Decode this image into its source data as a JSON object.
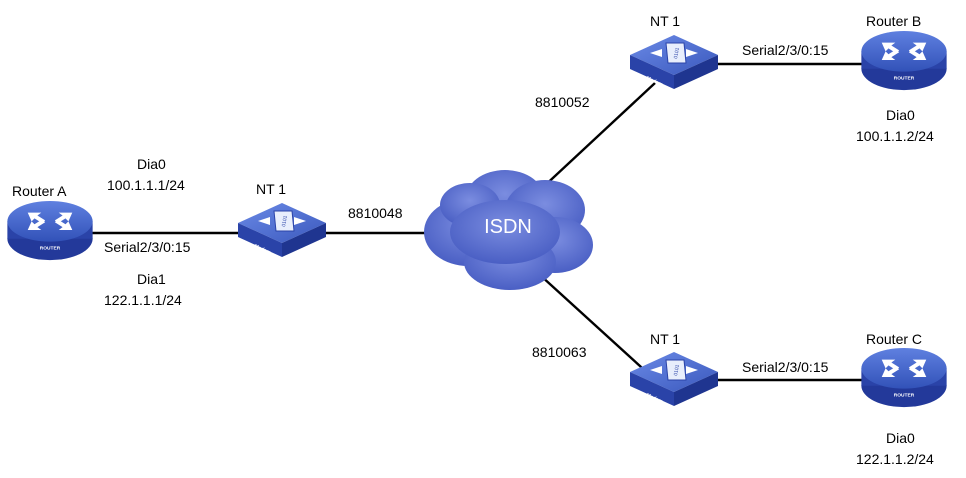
{
  "routers": {
    "a": {
      "name": "Router A",
      "badge": "ROUTER",
      "iface_top": "Dia0",
      "ip_top": "100.1.1.1/24",
      "serial": "Serial2/3/0:15",
      "iface_bottom": "Dia1",
      "ip_bottom": "122.1.1.1/24"
    },
    "b": {
      "name": "Router B",
      "badge": "ROUTER",
      "serial": "Serial2/3/0:15",
      "iface": "Dia0",
      "ip": "100.1.1.2/24"
    },
    "c": {
      "name": "Router C",
      "badge": "ROUTER",
      "serial": "Serial2/3/0:15",
      "iface": "Dia0",
      "ip": "122.1.1.2/24"
    }
  },
  "nt_left": {
    "name": "NT 1",
    "modem_label": "Modem",
    "chip_text": "0101",
    "number": "8810048"
  },
  "nt_top": {
    "name": "NT 1",
    "modem_label": "Modem",
    "chip_text": "0101",
    "number": "8810052"
  },
  "nt_bottom": {
    "name": "NT 1",
    "modem_label": "Modem",
    "chip_text": "0101",
    "number": "8810063"
  },
  "cloud": {
    "label": "ISDN"
  },
  "colors": {
    "device_blue": "#3b5cc4",
    "device_dark": "#23399a",
    "line": "#000000",
    "cloud": "#5a6ecf"
  }
}
